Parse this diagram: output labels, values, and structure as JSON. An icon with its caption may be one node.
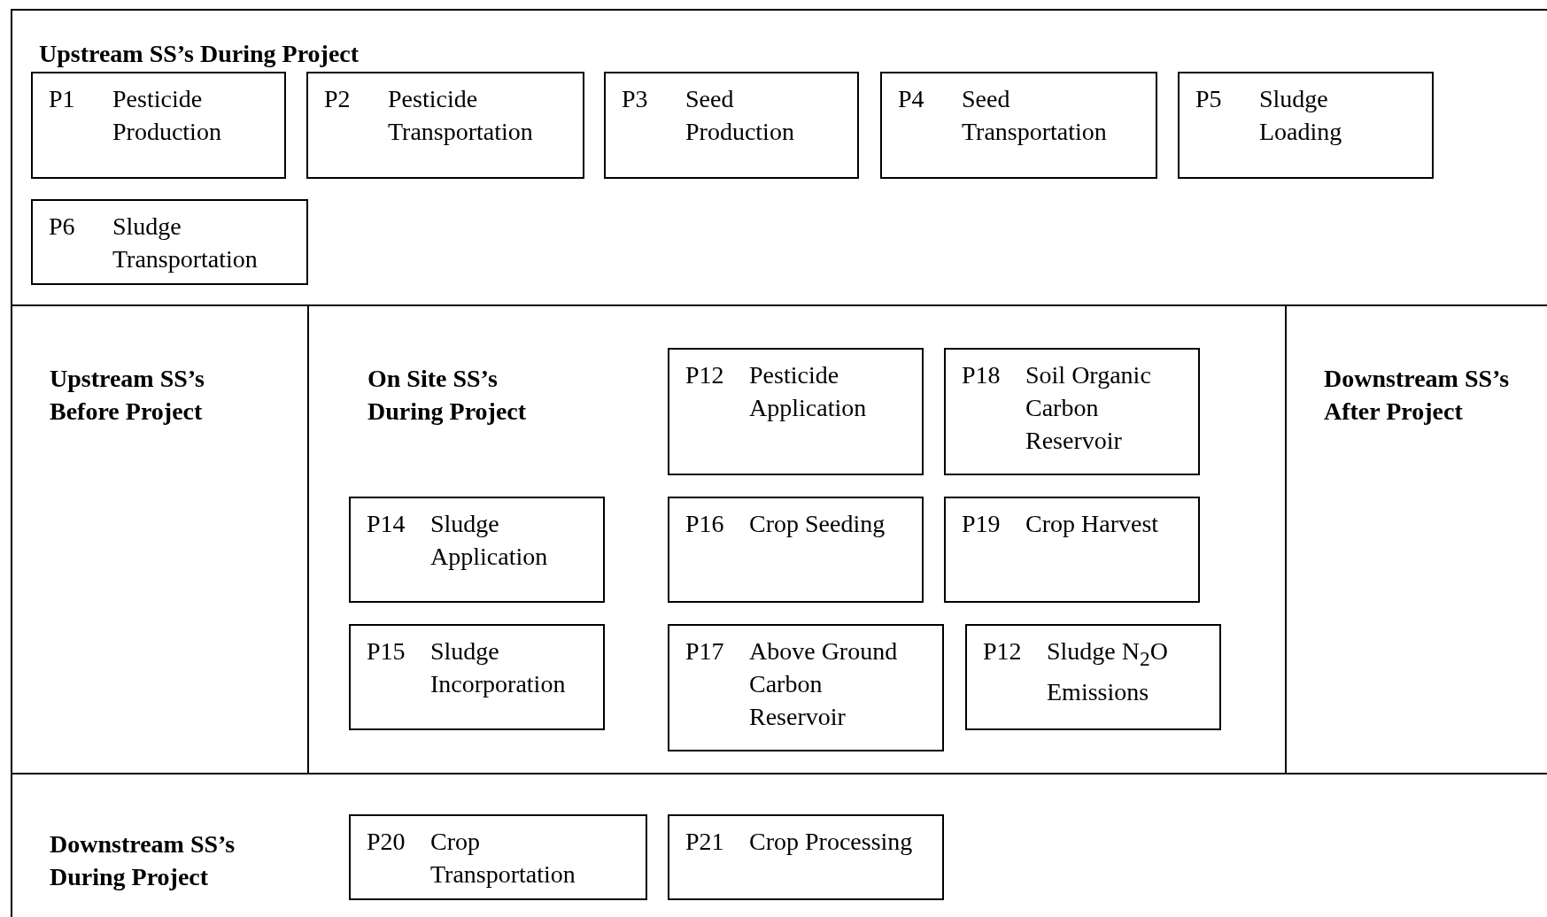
{
  "diagram": {
    "nodes": [
      {
        "text": [
          "Upstream SS’s During Project"
        ]
      },
      {
        "text": [
          "P1",
          "Pesticide Production"
        ],
        "in": 0
      },
      {
        "text": [
          "P2",
          "Pesticide Transportation"
        ],
        "in": 0
      },
      {
        "text": [
          "P3",
          "Seed Production"
        ],
        "in": 0
      },
      {
        "text": [
          "P4",
          "Seed Transportation"
        ],
        "in": 0
      },
      {
        "text": [
          "P5",
          "Sludge Loading"
        ],
        "in": 0
      },
      {
        "text": [
          "P6",
          "Sludge Transportation"
        ],
        "in": 0
      },
      {
        "text": [
          "Upstream SS’s Before Project"
        ]
      },
      {
        "text": [
          "On Site SS’s During Project"
        ]
      },
      {
        "text": [
          "P12",
          "Pesticide Application"
        ],
        "in": 8
      },
      {
        "text": [
          "P18",
          "Soil Organic Carbon Reservoir"
        ],
        "in": 8
      },
      {
        "text": [
          "P14",
          "Sludge Application"
        ],
        "in": 8
      },
      {
        "text": [
          "P16",
          "Crop Seeding"
        ],
        "in": 8
      },
      {
        "text": [
          "P19",
          "Crop Harvest"
        ],
        "in": 8
      },
      {
        "text": [
          "P15",
          "Sludge Incorporation"
        ],
        "in": 8
      },
      {
        "text": [
          "P17",
          "Above Ground Carbon Reservoir"
        ],
        "in": 8
      },
      {
        "text": [
          "P12",
          "Sludge N$_{2}$O Emissions"
        ],
        "in": 8
      },
      {
        "text": [
          "Downstream SS’s After Project"
        ]
      },
      {
        "text": [
          "Downstream SS’s During Project"
        ]
      },
      {
        "text": [
          "P20",
          "Crop Transportation"
        ],
        "in": 18
      },
      {
        "text": [
          "P21",
          "Crop Processing"
        ],
        "in": 18
      }
    ],
    "edges": []
  }
}
